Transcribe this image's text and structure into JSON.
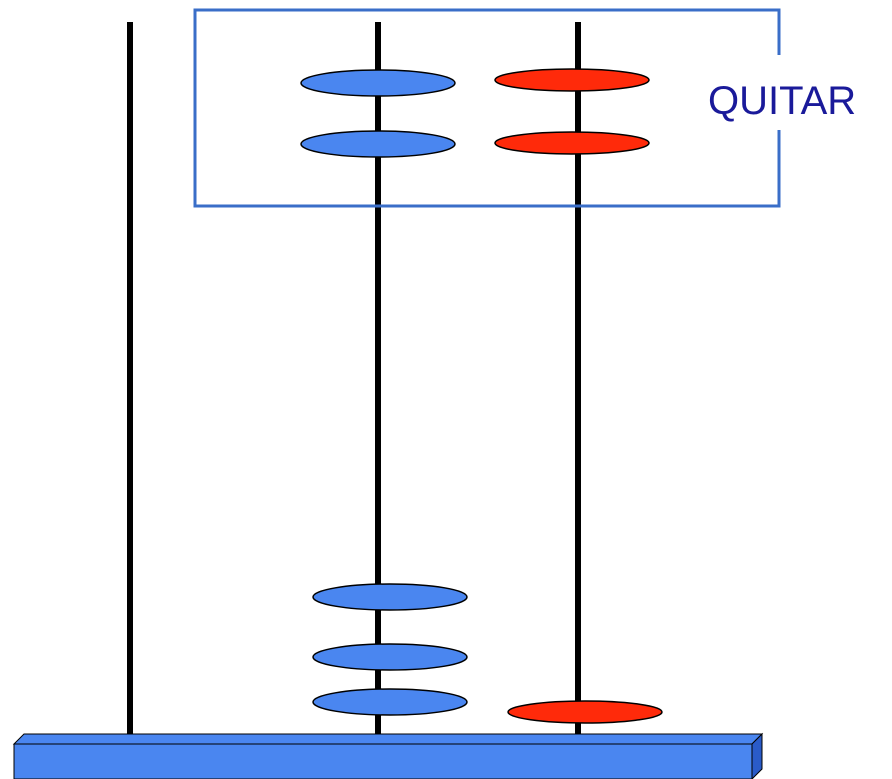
{
  "diagram": {
    "label": "QUITAR",
    "colors": {
      "blue_bead": "#4A86F0",
      "red_bead": "#FF2A0A",
      "base": "#4A86F0",
      "base_shadow": "#2A5BC8",
      "rod": "#000000",
      "frame": "#3A6EC8",
      "label": "#1A1A9A"
    },
    "rods": [
      {
        "name": "left",
        "beads": []
      },
      {
        "name": "middle",
        "beads": [
          {
            "color": "blue",
            "group": "removed"
          },
          {
            "color": "blue",
            "group": "removed"
          },
          {
            "color": "blue",
            "group": "stacked"
          },
          {
            "color": "blue",
            "group": "stacked"
          },
          {
            "color": "blue",
            "group": "stacked"
          }
        ]
      },
      {
        "name": "right",
        "beads": [
          {
            "color": "red",
            "group": "removed"
          },
          {
            "color": "red",
            "group": "removed"
          },
          {
            "color": "red",
            "group": "stacked"
          }
        ]
      }
    ]
  }
}
